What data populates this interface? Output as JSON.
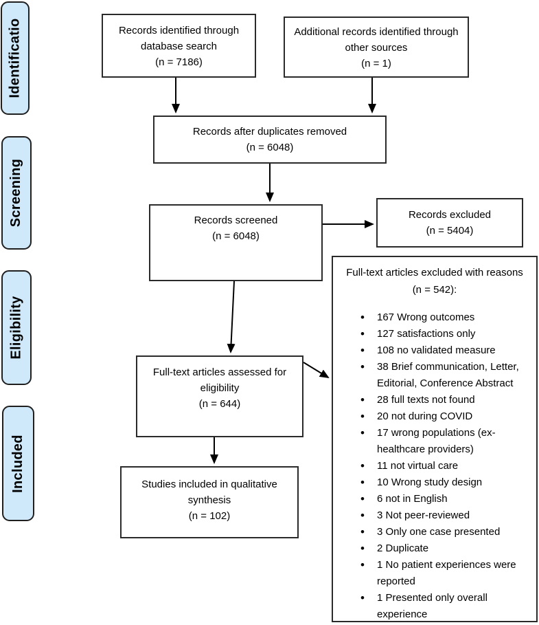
{
  "colors": {
    "stage_fill": "#cfe9fb",
    "stage_border": "#1f1f1f",
    "box_border": "#2a2a2a",
    "arrow": "#000000",
    "text": "#000000"
  },
  "stages": [
    "Identificatio",
    "Screening",
    "Eligibility",
    "Included"
  ],
  "boxes": {
    "database_search": {
      "label": "Records identified through database search",
      "count": "(n = 7186)"
    },
    "other_sources": {
      "label": "Additional records identified through other sources",
      "count": "(n = 1)"
    },
    "duplicates_removed": {
      "label": "Records after duplicates removed",
      "count": "(n = 6048)"
    },
    "records_screened": {
      "label": "Records screened",
      "count": "(n = 6048)"
    },
    "records_excluded": {
      "label": "Records excluded",
      "count": "(n = 5404)"
    },
    "fulltext_assessed": {
      "label": "Full-text articles assessed for eligibility",
      "count": "(n = 644)"
    },
    "fulltext_excluded": {
      "label": "Full-text articles excluded with reasons",
      "count": "(n = 542):",
      "items": [
        "167 Wrong outcomes",
        "127 satisfactions only",
        "108 no validated measure",
        "38 Brief communication, Letter, Editorial, Conference Abstract",
        "28 full texts not found",
        "20 not during COVID",
        "17 wrong populations (ex-healthcare providers)",
        "11 not virtual care",
        "10 Wrong study design",
        "6 not in English",
        "3 Not peer-reviewed",
        "3 Only one case presented",
        "2 Duplicate",
        "1 No patient experiences were reported",
        "1 Presented only overall experience"
      ]
    },
    "studies_included": {
      "label": "Studies included in qualitative synthesis",
      "count": "(n = 102)"
    }
  }
}
